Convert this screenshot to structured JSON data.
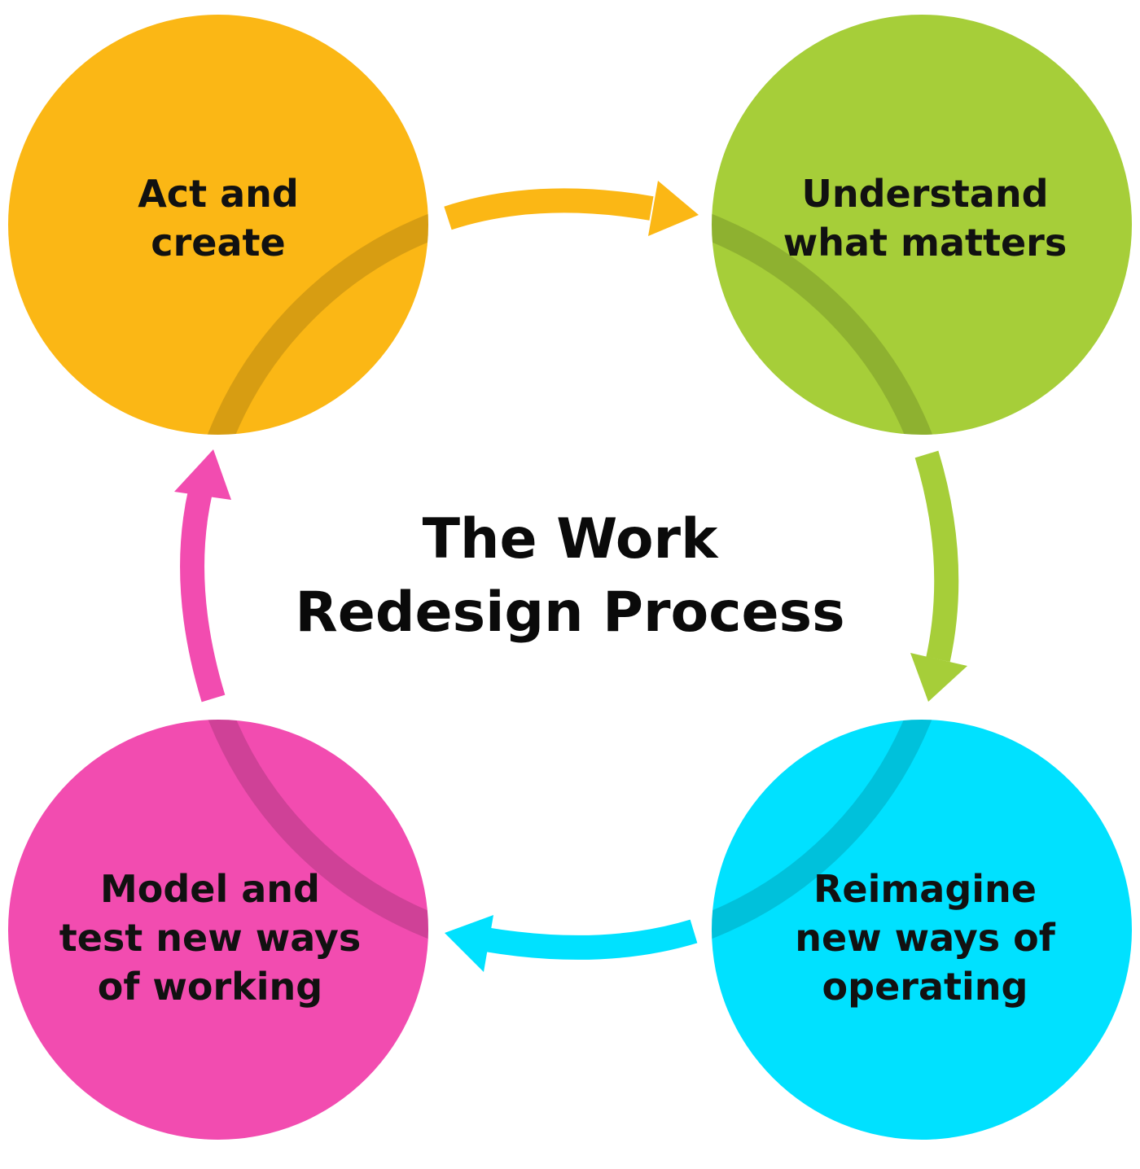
{
  "title": {
    "line1": "The Work",
    "line2": "Redesign Process"
  },
  "steps": [
    {
      "id": "act",
      "lines": [
        "Act and",
        "create"
      ],
      "color": "#FBB715"
    },
    {
      "id": "understand",
      "lines": [
        "Understand",
        "what matters"
      ],
      "color": "#A6CE39"
    },
    {
      "id": "reimagine",
      "lines": [
        "Reimagine",
        "new ways of",
        "operating"
      ],
      "color": "#00E1FF"
    },
    {
      "id": "model",
      "lines": [
        "Model and",
        "test new ways",
        "of working"
      ],
      "color": "#F24CB0"
    }
  ],
  "arrow_colors": {
    "act_to_understand": "#FBB715",
    "understand_to_reimagine": "#A6CE39",
    "reimagine_to_model": "#00E1FF",
    "model_to_act": "#F24CB0"
  },
  "overlap_shade": "#000000"
}
